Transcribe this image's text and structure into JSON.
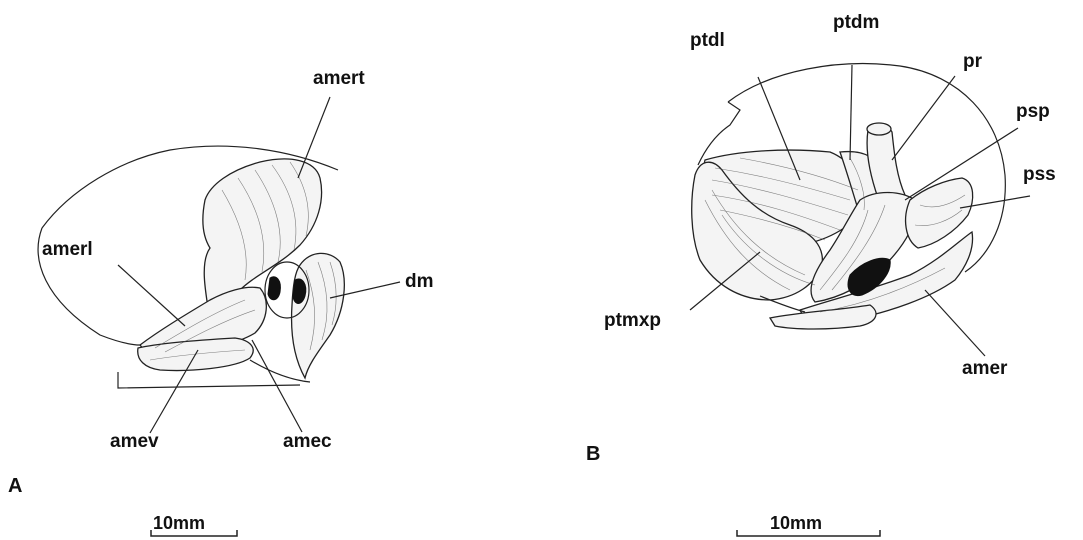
{
  "panel_a": {
    "letter": "A",
    "labels": {
      "amert": "amert",
      "amerl": "amerl",
      "dm": "dm",
      "amev": "amev",
      "amec": "amec"
    },
    "scale": "10mm"
  },
  "panel_b": {
    "letter": "B",
    "labels": {
      "ptdl": "ptdl",
      "ptdm": "ptdm",
      "pr": "pr",
      "psp": "psp",
      "pss": "pss",
      "ptmxp": "ptmxp",
      "amer": "amer"
    },
    "scale": "10mm"
  }
}
